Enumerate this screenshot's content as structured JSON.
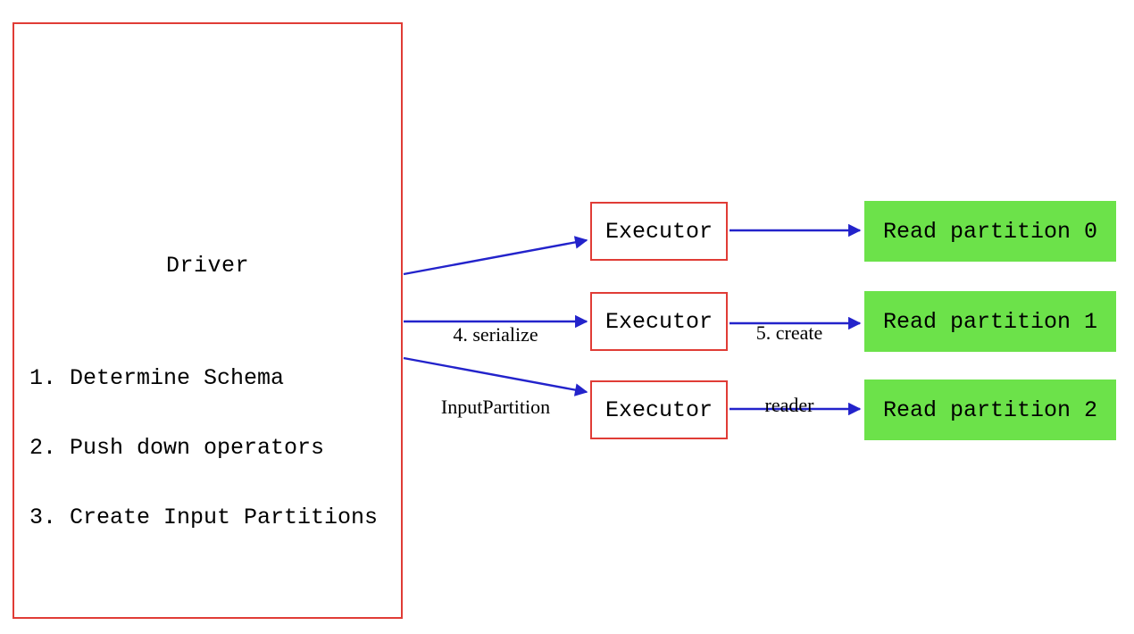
{
  "colors": {
    "box_border": "#e03c36",
    "arrow": "#2323cb",
    "partition_fill": "#6ce24a",
    "text": "#000000"
  },
  "driver": {
    "title": "Driver",
    "steps": [
      "1. Determine Schema",
      "2. Push down operators",
      "3. Create Input Partitions"
    ]
  },
  "executors": [
    {
      "label": "Executor"
    },
    {
      "label": "Executor"
    },
    {
      "label": "Executor"
    }
  ],
  "partitions": [
    {
      "label": "Read partition 0"
    },
    {
      "label": "Read partition 1"
    },
    {
      "label": "Read partition 2"
    }
  ],
  "arrow_labels": {
    "serialize": {
      "lines": [
        "4. serialize",
        "InputPartition"
      ]
    },
    "create_reader": {
      "lines": [
        "5. create",
        "reader"
      ]
    }
  }
}
